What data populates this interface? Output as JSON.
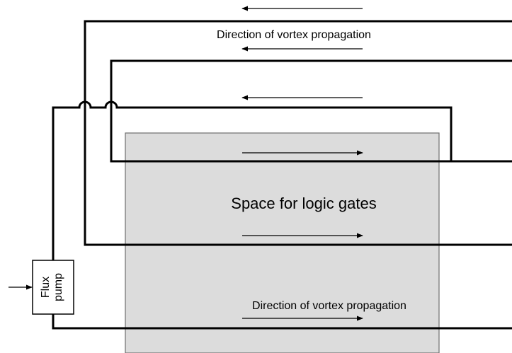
{
  "labels": {
    "top_direction": "Direction of vortex propagation",
    "bottom_direction": "Direction of vortex propagation",
    "logic_area": "Space for logic gates",
    "flux_pump_line1": "Flux",
    "flux_pump_line2": "pump"
  },
  "colors": {
    "logic_area_fill": "#dcdcdc",
    "wire": "#000000",
    "background": "#ffffff"
  },
  "arrows": {
    "top_upper": "left",
    "top_middle": "left",
    "top_lower": "left",
    "bottom_upper": "right",
    "bottom_middle": "right",
    "bottom_lower": "right",
    "pump_input": "right"
  }
}
